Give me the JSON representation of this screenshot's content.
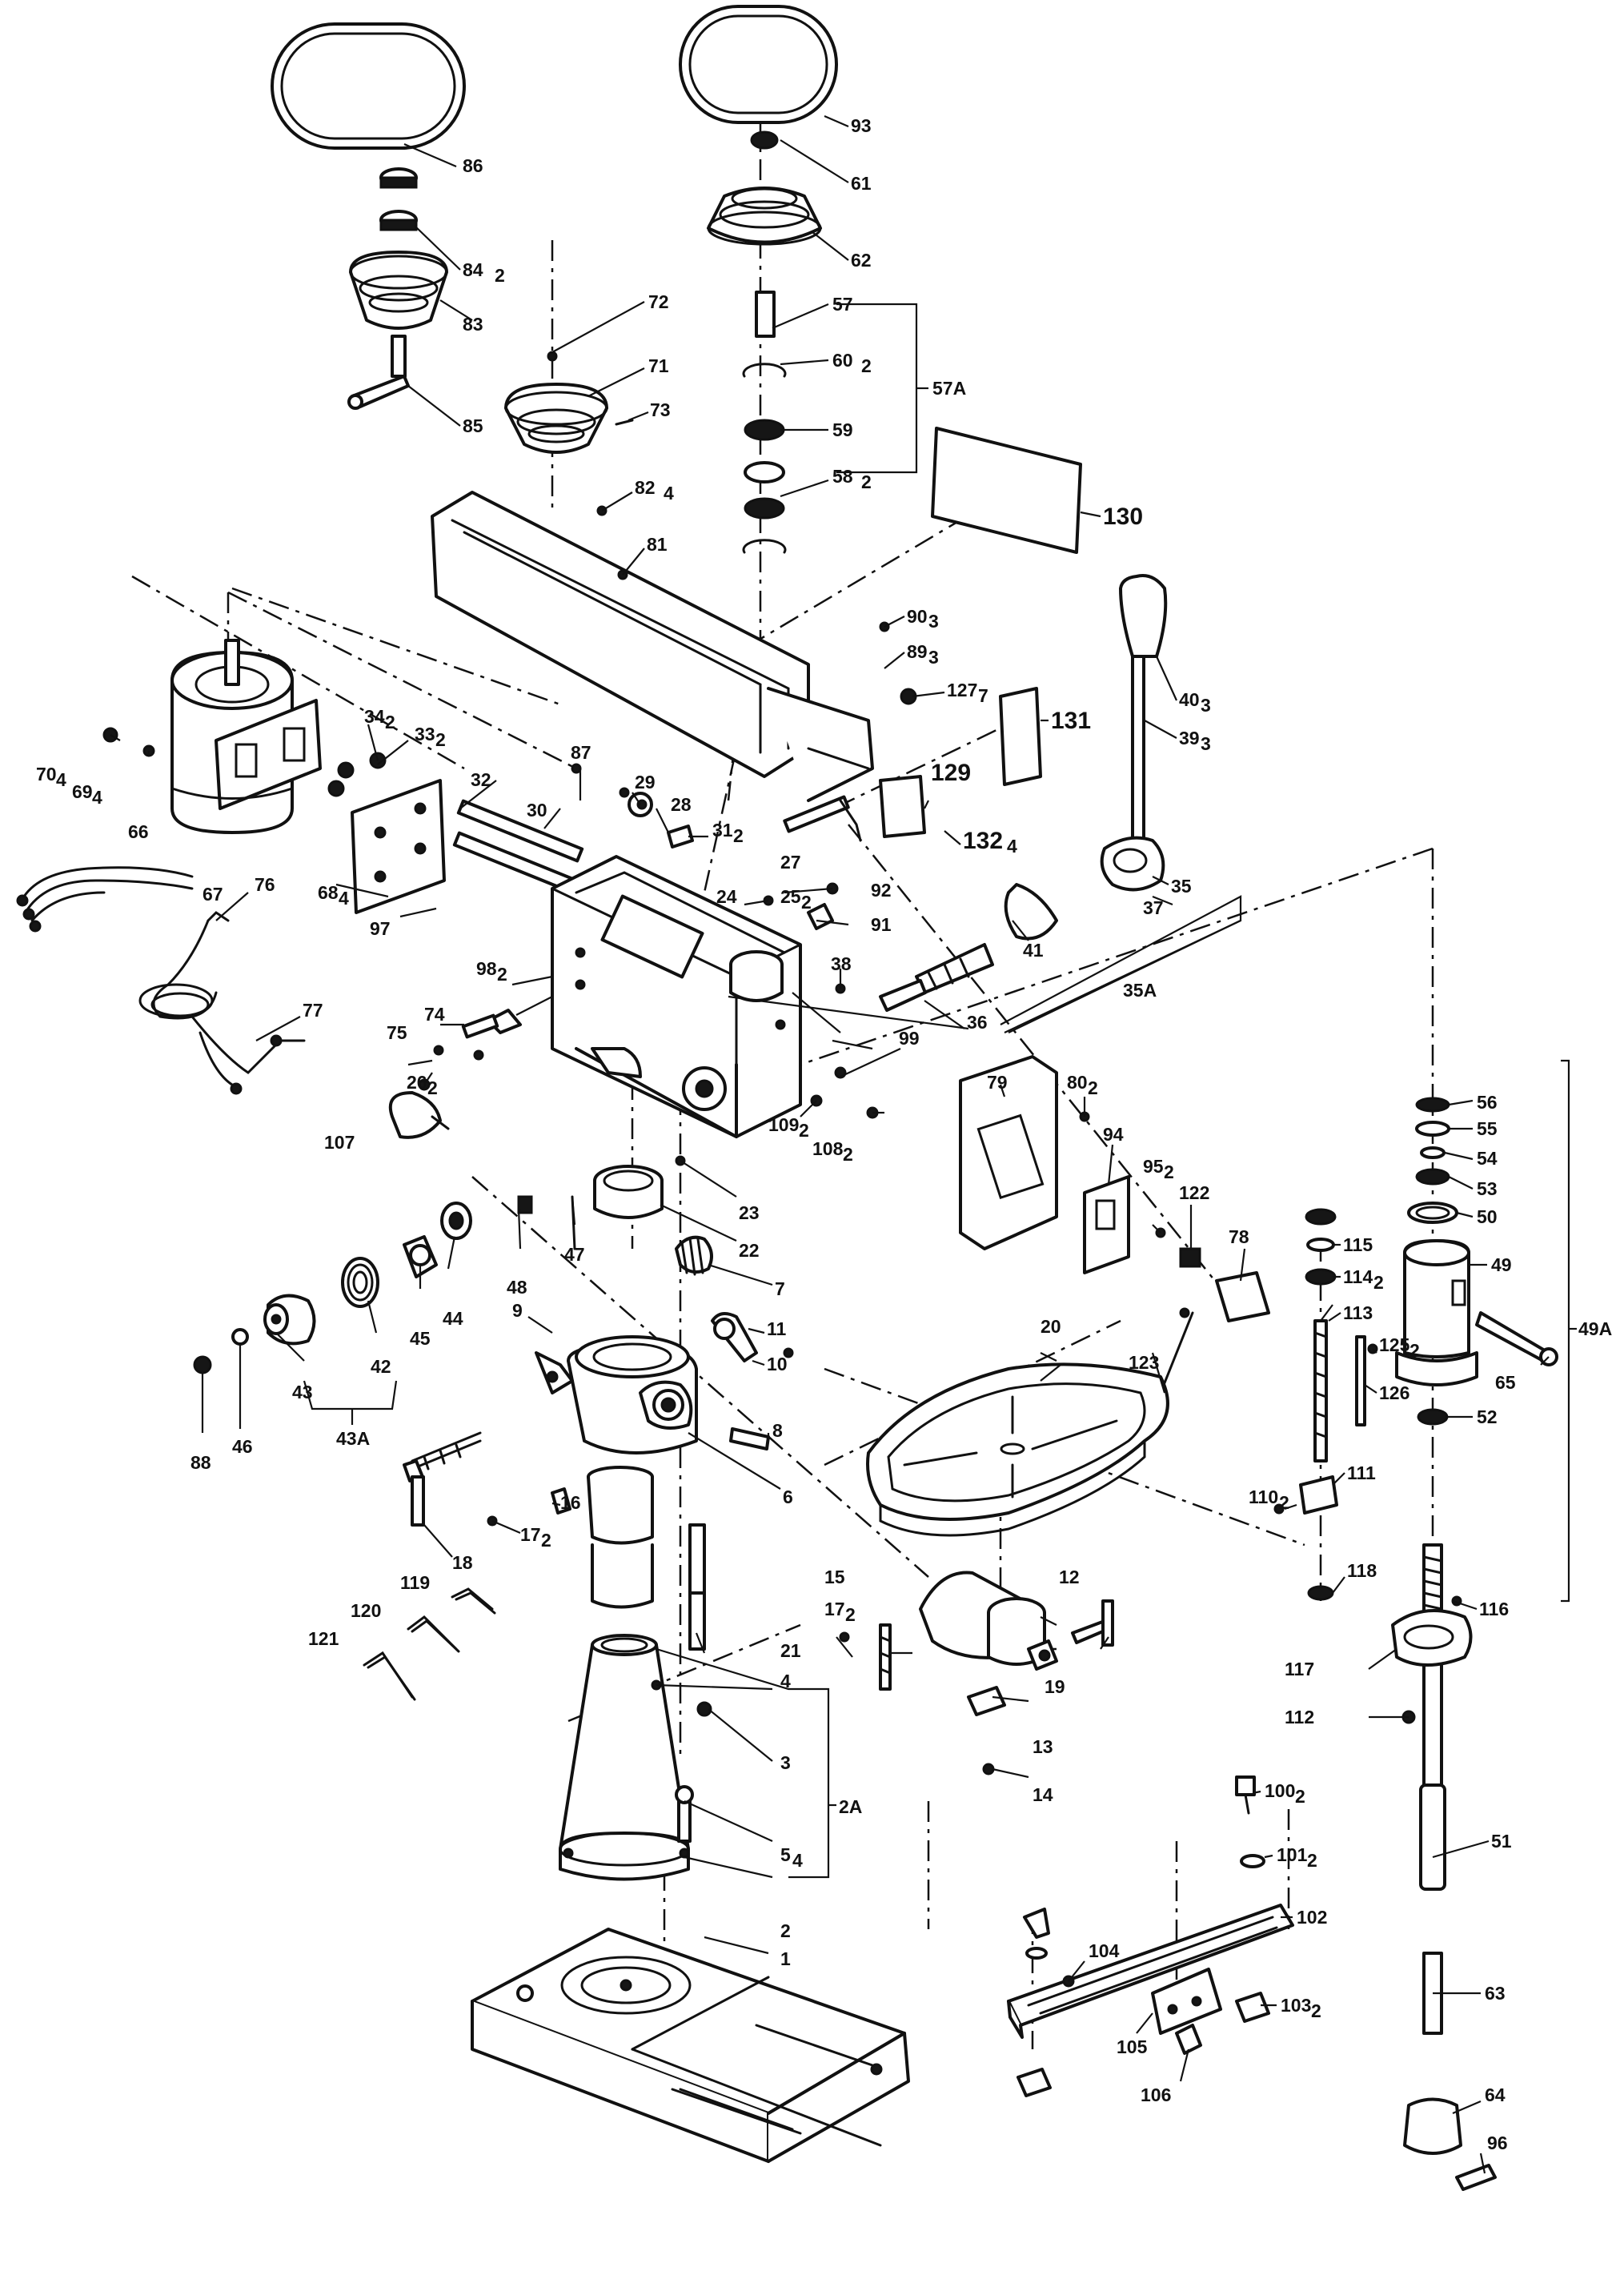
{
  "diagram": {
    "type": "exploded-parts-diagram",
    "callouts": [
      "86",
      "93",
      "61",
      "62",
      "84",
      "83",
      "85",
      "72",
      "71",
      "73",
      "57",
      "60",
      "57A",
      "59",
      "58",
      "130",
      "82",
      "81",
      "90",
      "89",
      "127",
      "40",
      "39",
      "131",
      "129",
      "132",
      "35",
      "37",
      "41",
      "36",
      "35A",
      "70",
      "69",
      "66",
      "34",
      "33",
      "32",
      "30",
      "87",
      "29",
      "28",
      "31",
      "27",
      "24",
      "25",
      "92",
      "91",
      "38",
      "67",
      "76",
      "77",
      "68",
      "97",
      "98",
      "74",
      "75",
      "99",
      "26",
      "107",
      "109",
      "108",
      "79",
      "80",
      "94",
      "95",
      "122",
      "78",
      "23",
      "22",
      "7",
      "47",
      "48",
      "44",
      "45",
      "42",
      "43",
      "43A",
      "88",
      "46",
      "9",
      "11",
      "10",
      "8",
      "16",
      "17",
      "18",
      "6",
      "20",
      "123",
      "12",
      "15",
      "21",
      "19",
      "13",
      "14",
      "119",
      "120",
      "121",
      "4",
      "3",
      "5",
      "2",
      "2A",
      "1",
      "100",
      "101",
      "102",
      "104",
      "103",
      "105",
      "106",
      "56",
      "55",
      "54",
      "53",
      "50",
      "49",
      "49A",
      "65",
      "52",
      "116",
      "117",
      "112",
      "51",
      "63",
      "64",
      "96",
      "115",
      "114",
      "113",
      "125",
      "126",
      "111",
      "110",
      "118"
    ],
    "subscripts": {
      "84": "2",
      "60": "2",
      "58": "2",
      "82": "4",
      "90": "3",
      "89": "3",
      "127": "7",
      "40": "3",
      "39": "3",
      "132": "4",
      "70": "4",
      "69": "4",
      "34": "2",
      "33": "2",
      "31": "2",
      "25": "2",
      "68": "4",
      "98": "2",
      "26": "2",
      "109": "2",
      "108": "2",
      "80": "2",
      "95": "2",
      "17": "2",
      "5": "4",
      "100": "2",
      "101": "2",
      "103": "2",
      "114": "2",
      "125": "2",
      "110": "2"
    }
  }
}
